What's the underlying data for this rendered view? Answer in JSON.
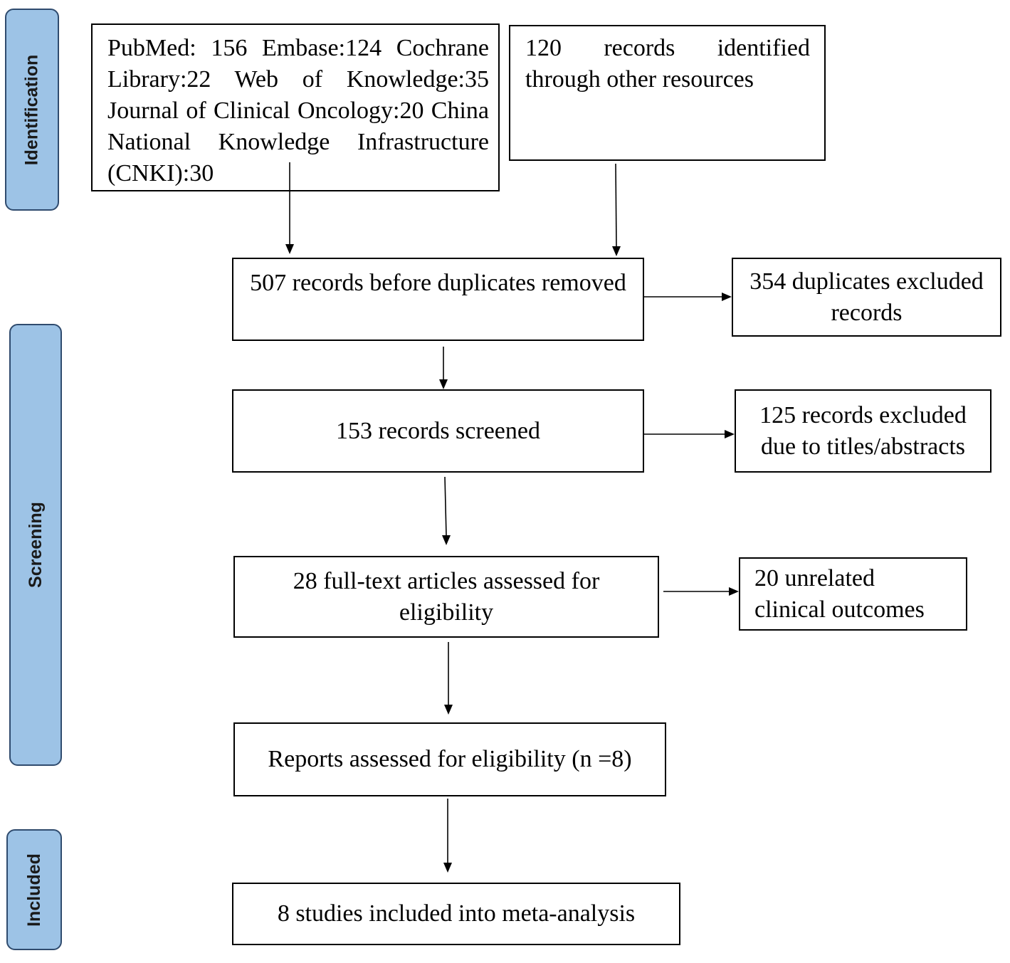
{
  "stages": {
    "identification": "Identification",
    "screening": "Screening",
    "included": "Included"
  },
  "boxes": {
    "database_search": "PubMed: 156 Embase:124 Cochrane Library:22 Web of Knowledge:35 Journal of Clinical Oncology:20 China National Knowledge Infrastructure (CNKI):30",
    "other_sources": "120 records identified through other resources",
    "before_duplicates": "507 records before duplicates removed",
    "duplicates_excluded": "354 duplicates excluded records",
    "screened": "153 records screened",
    "excluded_titles": "125 records excluded due to titles/abstracts",
    "full_text": "28 full-text articles assessed for eligibility",
    "unrelated": "20 unrelated clinical outcomes",
    "reports": "Reports assessed for eligibility (n =8)",
    "included": "8 studies included into meta-analysis"
  },
  "colors": {
    "stage_fill": "#9DC3E6",
    "stage_border": "#2F4B6E",
    "box_border": "#000000"
  }
}
